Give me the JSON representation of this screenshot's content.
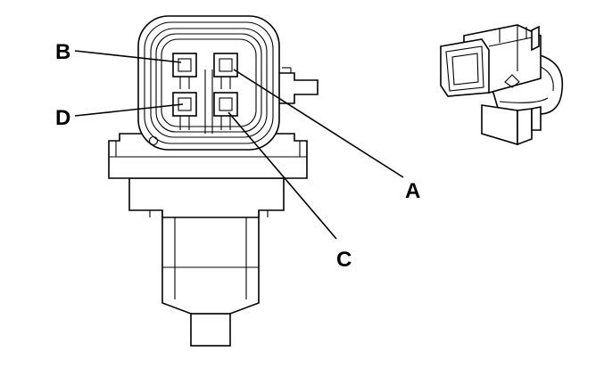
{
  "diagram": {
    "callouts": [
      {
        "id": "A",
        "text": "A"
      },
      {
        "id": "B",
        "text": "B"
      },
      {
        "id": "C",
        "text": "C"
      },
      {
        "id": "D",
        "text": "D"
      }
    ]
  }
}
